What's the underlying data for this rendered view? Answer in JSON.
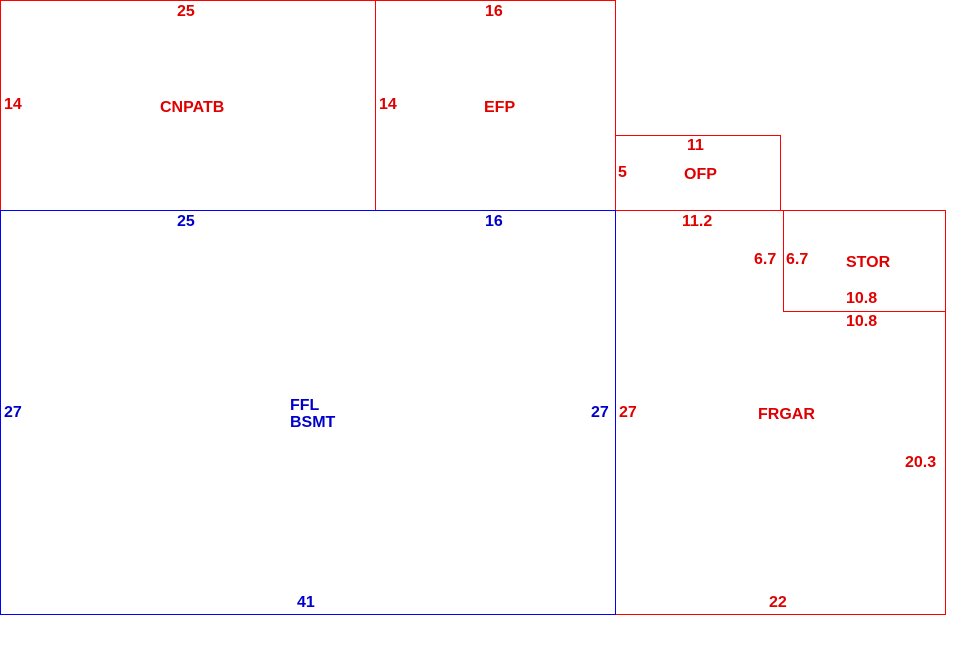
{
  "colors": {
    "red": "#ff0000",
    "red_text": "#e00000",
    "blue": "#0000ff",
    "blue_text": "#0000cc",
    "background": "#ffffff"
  },
  "areas": {
    "cnpatb": {
      "name": "CNPATB",
      "top": "25",
      "left": "14"
    },
    "efp": {
      "name": "EFP",
      "top": "16",
      "left": "14"
    },
    "ofp": {
      "name": "OFP",
      "top": "11",
      "left": "5",
      "bottom": "11.2"
    },
    "stor": {
      "name": "STOR",
      "left_outer": "6.7",
      "left_inner": "6.7",
      "bottom_inner": "10.8",
      "bottom_outer": "10.8"
    },
    "frgar": {
      "name": "FRGAR",
      "left": "27",
      "right": "20.3",
      "bottom": "22"
    },
    "main": {
      "name_line1": "FFL",
      "name_line2": "BSMT",
      "top_left": "25",
      "top_right": "16",
      "left": "27",
      "right": "27",
      "bottom": "41"
    }
  }
}
